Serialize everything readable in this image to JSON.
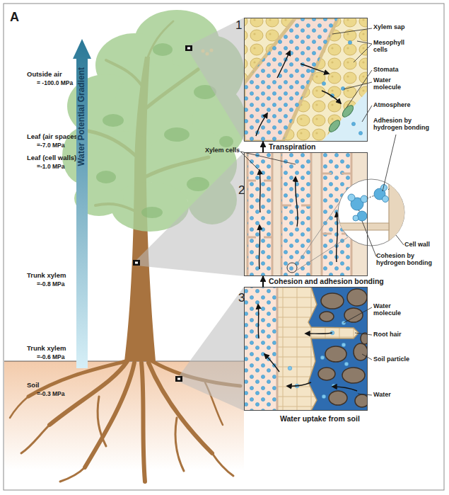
{
  "diagram": {
    "nodes": [
      {
        "text": [
          "Water Potential Gradient"
        ]
      },
      {
        "text": [
          "1"
        ]
      },
      {
        "text": [
          "2"
        ]
      },
      {
        "text": [
          "3",
          "Water uptake from soil"
        ]
      }
    ],
    "edges": [
      {
        "from": 2,
        "to": 1,
        "arrow": "to",
        "label": "Transpiration"
      },
      {
        "from": 3,
        "to": 2,
        "arrow": "to",
        "label": "Cohesion and adhesion bonding"
      }
    ],
    "labels": [
      "A",
      "Outside air",
      "= -100.0 MPa",
      "Leaf (air spaces)",
      "=-7.0 MPa",
      "Leaf (cell walls)",
      "=-1.0 MPa",
      "Trunk xylem",
      "=-0.8 MPa",
      "Trunk xylem",
      "=-0.6 MPa",
      "Soil",
      "=-0.3 MPa",
      "Xylem sap",
      "Mesophyll cells",
      "Stomata",
      "Water molecule",
      "Atmosphere",
      "Adhesion by hydrogen bonding",
      "Xylem cells",
      "Cell wall",
      "Cohesion by hydrogen bonding",
      "Water molecule",
      "Root hair",
      "Soil particle",
      "Water"
    ]
  }
}
